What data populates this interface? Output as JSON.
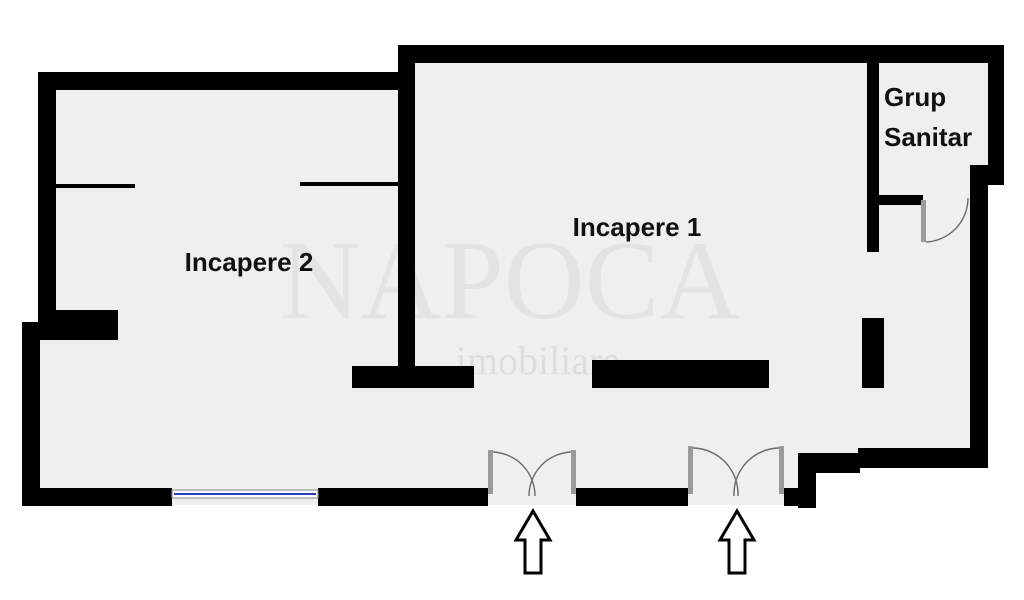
{
  "rooms": {
    "room1": "Incapere 1",
    "room2": "Incapere 2",
    "bath_line1": "Grup",
    "bath_line2": "Sanitar"
  },
  "watermark": {
    "brand": "NAPOCA",
    "sub": "imobiliare"
  },
  "colors": {
    "wall": "#000000",
    "floor": "#efefef",
    "window": "#2c3fbf",
    "background": "#ffffff"
  },
  "icons": {
    "entrance": "arrow-up-outline-icon"
  }
}
